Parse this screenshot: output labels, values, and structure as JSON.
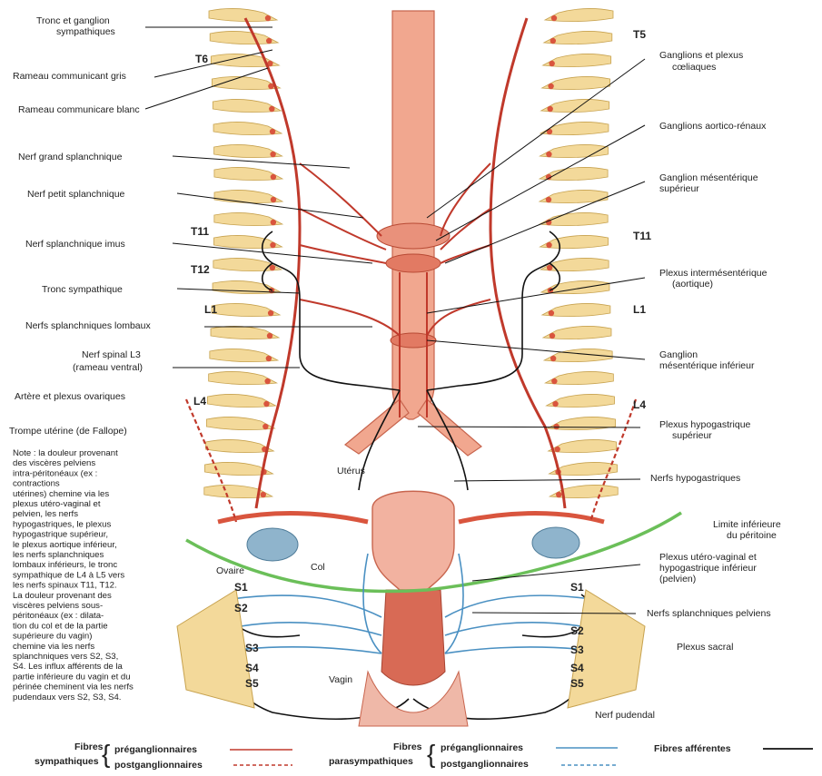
{
  "colors": {
    "sympathetic": "#c0392b",
    "parasympathetic": "#4a90c2",
    "afferent": "#111111",
    "bone": "#f3d99a",
    "artery": "#e9917b",
    "peritoneum": "#6bbf59"
  },
  "labels_left": [
    "Tronc et ganglion",
    "sympathiques",
    "Rameau communicant gris",
    "Rameau communicare blanc",
    "Nerf grand splanchnique",
    "Nerf petit splanchnique",
    "Nerf splanchnique imus",
    "Tronc sympathique",
    "Nerfs splanchniques lombaux",
    "Nerf spinal L3",
    "(rameau ventral)",
    "Artère et plexus ovariques",
    "Trompe utérine (de Fallope)"
  ],
  "labels_right": [
    "Ganglions et plexus",
    "cœliaques",
    "Ganglions aortico-rénaux",
    "Ganglion mésentérique",
    "supérieur",
    "Plexus intermésentérique",
    "(aortique)",
    "Ganglion",
    "mésentérique inférieur",
    "Plexus hypogastrique",
    "supérieur",
    "Nerfs hypogastriques",
    "Limite inférieure",
    "du péritoine",
    "Plexus utéro-vaginal et",
    "hypogastrique inférieur",
    "(pelvien)",
    "Nerfs splanchniques pelviens",
    "Plexus sacral",
    "Nerf pudendal"
  ],
  "labels_center": [
    "Utérus",
    "Col",
    "Ovaire",
    "Vagin"
  ],
  "levels": [
    "T5",
    "T6",
    "T11",
    "T11",
    "T12",
    "L1",
    "L1",
    "L4",
    "L4",
    "S1",
    "S1",
    "S2",
    "S2",
    "S3",
    "S3",
    "S4",
    "S4",
    "S5",
    "S5"
  ],
  "note_lines": [
    "Note : la douleur provenant",
    "des viscères pelviens",
    "intra-péritonéaux (ex :",
    "contractions",
    "utérines) chemine via les",
    "plexus utéro-vaginal et",
    "pelvien, les nerfs",
    "hypogastriques, le plexus",
    "hypogastrique supérieur,",
    "le plexus aortique inférieur,",
    "les nerfs splanchniques",
    "lombaux inférieurs, le tronc",
    "sympathique de L4 à L5 vers",
    "les nerfs spinaux T11, T12.",
    "La douleur provenant des",
    "viscères pelviens sous-",
    "péritonéaux (ex : dilata-",
    "tion du col et de la partie",
    "supérieure du vagin)",
    "chemine via les nerfs",
    "splanchniques vers S2, S3,",
    "S4. Les influx afférents de la",
    "partie inférieure du vagin et du",
    "périnée cheminent via les nerfs",
    "pudendaux vers S2, S3, S4."
  ],
  "legend": {
    "symp_title_1": "Fibres",
    "symp_title_2": "sympathiques",
    "pre": "préganglionnaires",
    "post": "postganglionnaires",
    "para_title_1": "Fibres",
    "para_title_2": "parasympathiques",
    "para_pre": "préganglionnaires",
    "para_post": "postganglionnaires",
    "afferent": "Fibres afférentes"
  }
}
